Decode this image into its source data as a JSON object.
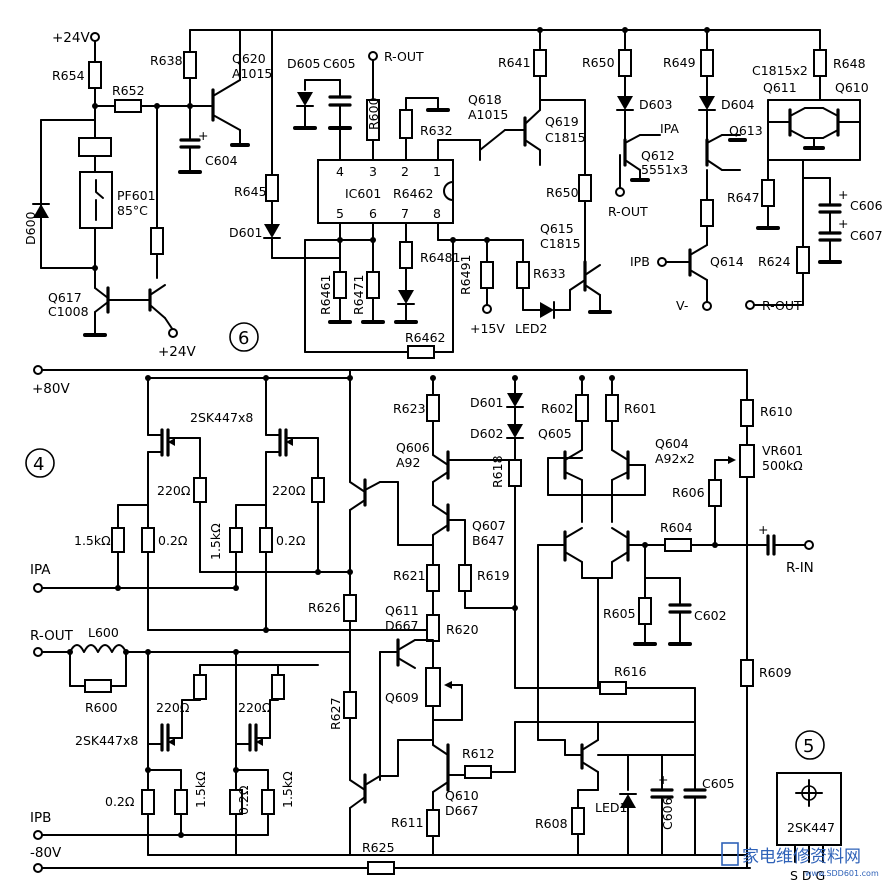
{
  "labels": {
    "p24v_top": "+24V",
    "p24v_bot": "+24V",
    "p80v": "+80V",
    "m80v": "-80V",
    "p15v": "+15V",
    "v_minus": "V-",
    "ipa_left": "IPA",
    "ipb_left": "IPB",
    "ipa_right": "IPA",
    "ipb_right": "IPB",
    "rout_top": "R-OUT",
    "rout_left": "R-OUT",
    "rout_q612": "R-OUT",
    "rout_r624": "R-OUT",
    "rin": "R-IN",
    "sec6": "6",
    "sec4": "4",
    "sec5": "5"
  },
  "components": {
    "R654": "R654",
    "R652": "R652",
    "R638": "R638",
    "R645": "R645",
    "D600": "D600",
    "PF601": "PF601",
    "PF601_temp": "85°C",
    "Q617": "Q617",
    "Q617_type": "C1008",
    "Q620": "Q620",
    "Q620_type": "A1015",
    "C604": "C604",
    "D601_top": "D601",
    "D605": "D605",
    "C605_top": "C605",
    "R600_top": "R600",
    "R632": "R632",
    "IC601": "IC601",
    "IC601_type": "R6462",
    "R6461": "R6461",
    "R6471": "R6471",
    "R6481": "R6481",
    "R6491": "R6491",
    "R6462": "R6462",
    "R641": "R641",
    "Q618": "Q618",
    "Q618_type": "A1015",
    "Q619": "Q619",
    "Q619_type": "C1815",
    "R650a": "R650",
    "R650b": "R650",
    "Q615": "Q615",
    "Q615_type": "C1815",
    "R633": "R633",
    "LED2": "LED2",
    "D603": "D603",
    "Q612": "Q612",
    "Q612_type": "5551x3",
    "R649": "R649",
    "D604": "D604",
    "Q613": "Q613",
    "Q614": "Q614",
    "R647": "R647",
    "Q611_top": "Q611",
    "Q611_top_type": "C1815x2",
    "R648": "R648",
    "Q610_top": "Q610",
    "C606_top": "C606",
    "C607": "C607",
    "R624": "R624",
    "mosfet_top": "2SK447x8",
    "mosfet_bot": "2SK447x8",
    "r220_1": "220Ω",
    "r220_2": "220Ω",
    "r220_3": "220Ω",
    "r220_4": "220Ω",
    "r15k_1": "1.5kΩ",
    "r15k_2": "1.5kΩ",
    "r15k_3": "1.5kΩ",
    "r15k_4": "1.5kΩ",
    "r02_1": "0.2Ω",
    "r02_2": "0.2Ω",
    "r02_3": "0.2Ω",
    "r02_4": "0.2Ω",
    "L600": "L600",
    "R600": "R600",
    "R626": "R626",
    "R627": "R627",
    "R625": "R625",
    "R623": "R623",
    "Q606": "Q606",
    "Q606_type": "A92",
    "Q607": "Q607",
    "Q607_type": "B647",
    "R621": "R621",
    "R619": "R619",
    "R620": "R620",
    "R618": "R618",
    "Q611": "Q611",
    "Q611_type": "D667",
    "Q609": "Q609",
    "Q610": "Q610",
    "Q610_type": "D667",
    "R611": "R611",
    "R612": "R612",
    "D601": "D601",
    "D602": "D602",
    "R602": "R602",
    "R601": "R601",
    "Q605": "Q605",
    "Q604": "Q604",
    "Q604_type": "A92x2",
    "R610": "R610",
    "VR601": "VR601",
    "VR601_val": "500kΩ",
    "R606": "R606",
    "R604": "R604",
    "R605": "R605",
    "C602": "C602",
    "R616": "R616",
    "R609": "R609",
    "R608": "R608",
    "LED1": "LED1",
    "C606": "C606",
    "C605": "C605",
    "pkg_name": "2SK447",
    "pkg_pins": "S D G",
    "ic_pins": [
      "4",
      "3",
      "2",
      "1",
      "5",
      "6",
      "7",
      "8"
    ]
  },
  "watermark": {
    "cn": "家电维修资料网",
    "url": "www.SDD601.com"
  }
}
